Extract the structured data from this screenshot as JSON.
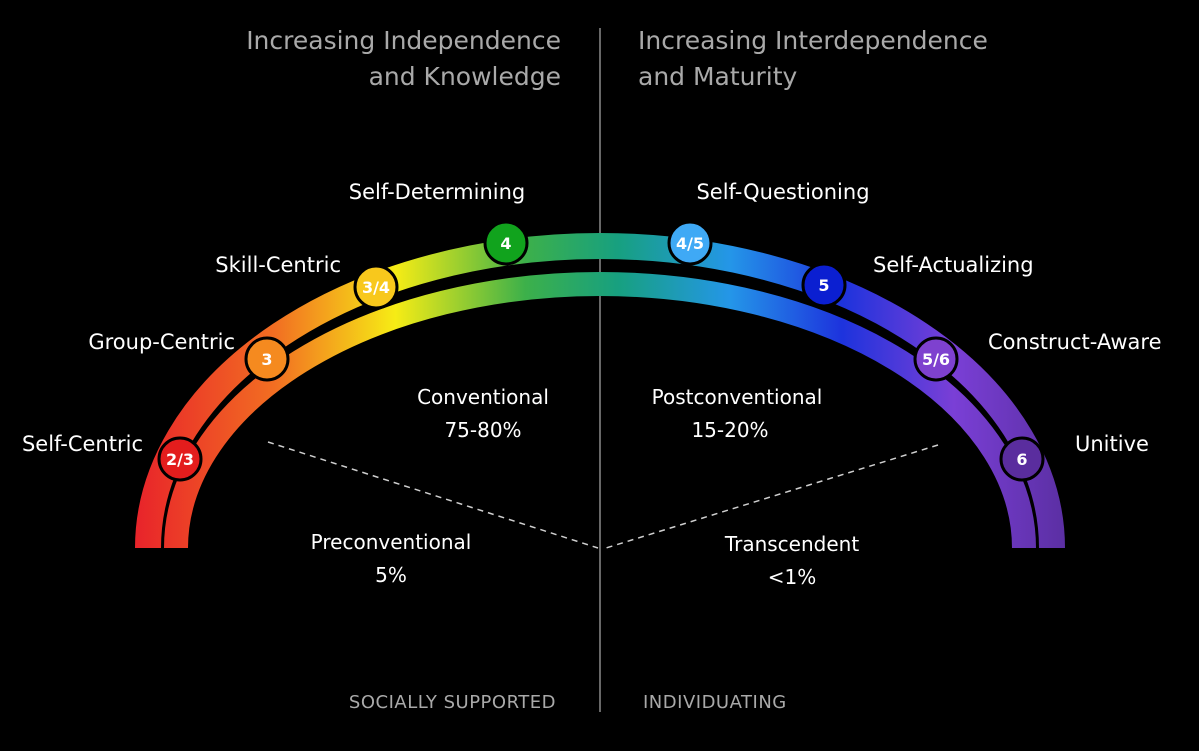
{
  "headings": {
    "left_line1": "Increasing Independence",
    "left_line2": "and Knowledge",
    "right_line1": "Increasing Interdependence",
    "right_line2": "and Maturity"
  },
  "stages": [
    {
      "badge": "2/3",
      "label": "Self-Centric",
      "color": "#e31d1d"
    },
    {
      "badge": "3",
      "label": "Group-Centric",
      "color": "#f58a1f"
    },
    {
      "badge": "3/4",
      "label": "Skill-Centric",
      "color": "#f8c81c"
    },
    {
      "badge": "4",
      "label": "Self-Determining",
      "color": "#11a31d"
    },
    {
      "badge": "4/5",
      "label": "Self-Questioning",
      "color": "#3fa9f5"
    },
    {
      "badge": "5",
      "label": "Self-Actualizing",
      "color": "#0b1fd1"
    },
    {
      "badge": "5/6",
      "label": "Construct-Aware",
      "color": "#7e41cf"
    },
    {
      "badge": "6",
      "label": "Unitive",
      "color": "#5a2d9e"
    }
  ],
  "zones": {
    "conventional_name": "Conventional",
    "conventional_pct": "75-80%",
    "postconventional_name": "Postconventional",
    "postconventional_pct": "15-20%",
    "preconventional_name": "Preconventional",
    "preconventional_pct": "5%",
    "transcendent_name": "Transcendent",
    "transcendent_pct": "<1%"
  },
  "footer": {
    "left": "SOCIALLY SUPPORTED",
    "right": "INDIVIDUATING"
  }
}
